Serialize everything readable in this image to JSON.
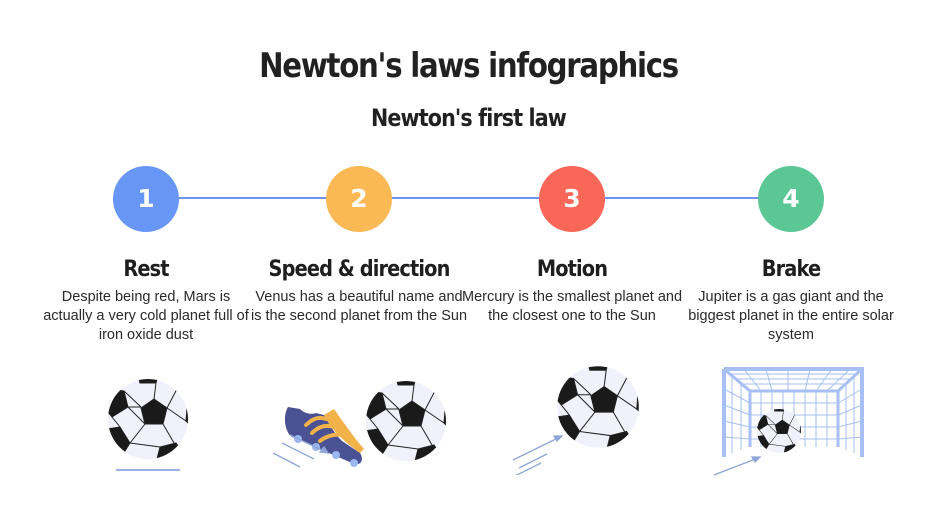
{
  "header": {
    "title": "Newton's laws infographics",
    "subtitle": "Newton's first law"
  },
  "timeline": {
    "line_color": "#6e93ef",
    "steps": [
      {
        "number": "1",
        "color": "#6896f6",
        "title": "Rest",
        "description": "Despite being red, Mars is actually a very cold planet full of iron oxide dust",
        "illustration": "soccer-ball-resting-icon"
      },
      {
        "number": "2",
        "color": "#fbb955",
        "title": "Speed & direction",
        "description": "Venus has a beautiful name and is the second planet from the Sun",
        "illustration": "soccer-shoe-kicking-ball-icon"
      },
      {
        "number": "3",
        "color": "#f96759",
        "title": "Motion",
        "description": "Mercury is the smallest planet and the closest one to the Sun",
        "illustration": "soccer-ball-moving-icon"
      },
      {
        "number": "4",
        "color": "#5ac795",
        "title": "Brake",
        "description": "Jupiter is a gas giant and the biggest planet in the entire solar system",
        "illustration": "soccer-ball-in-goal-icon"
      }
    ]
  }
}
